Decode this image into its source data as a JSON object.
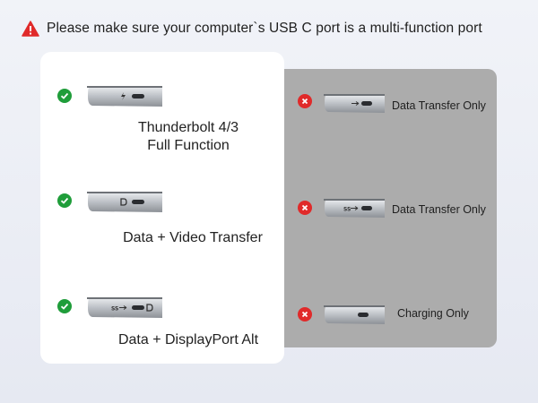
{
  "header": {
    "text": "Please make sure your computer`s USB C port is a multi-function port",
    "icon": "warning-triangle-icon",
    "accent": "#e02a2a"
  },
  "supported": [
    {
      "caption_line1": "Thunderbolt 4/3",
      "caption_line2": "Full Function",
      "port_label": "thunderbolt"
    },
    {
      "caption_line1": "Data + Video Transfer",
      "caption_line2": "",
      "port_label": "displayport"
    },
    {
      "caption_line1": "Data + DisplayPort Alt",
      "caption_line2": "",
      "port_label": "ss-displayport"
    }
  ],
  "unsupported": [
    {
      "caption": "Data Transfer Only",
      "port_label": "usb"
    },
    {
      "caption": "Data Transfer Only",
      "port_label": "ss-usb"
    },
    {
      "caption": "Charging Only",
      "port_label": "none"
    }
  ],
  "colors": {
    "ok": "#1f9d3a",
    "bad": "#e02a2a",
    "panel_left": "#ffffff",
    "panel_right": "#acacac"
  }
}
